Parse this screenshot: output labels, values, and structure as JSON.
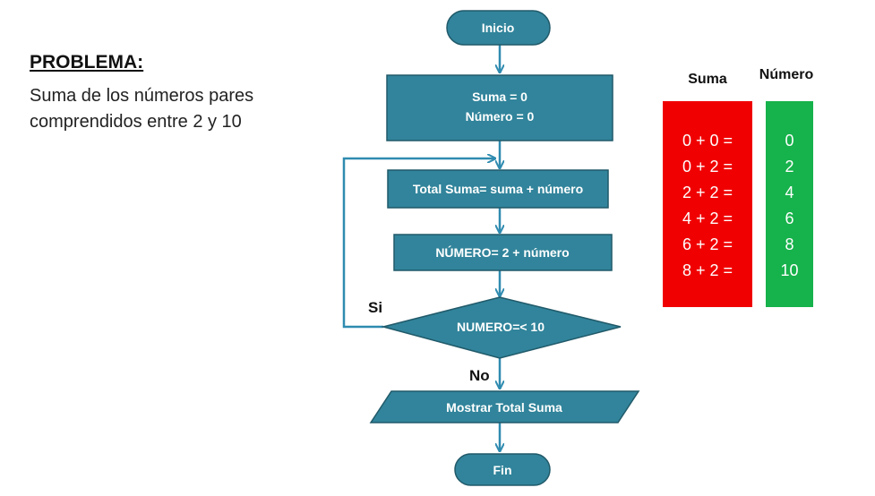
{
  "problem": {
    "title": "PROBLEMA:",
    "description_line1": "Suma de los números pares",
    "description_line2": "comprendidos entre 2 y 10"
  },
  "flowchart": {
    "start": "Inicio",
    "init_line1": "Suma = 0",
    "init_line2": "Número = 0",
    "total_step": "Total Suma= suma + número",
    "number_step": "NÚMERO= 2 + número",
    "decision": "NUMERO=< 10",
    "yes_label": "Si",
    "no_label": "No",
    "output": "Mostrar  Total Suma",
    "end": "Fin"
  },
  "table": {
    "suma_header": "Suma",
    "numero_header": "Número",
    "suma_values": [
      "0 + 0 =",
      "0 + 2 =",
      "2 + 2 =",
      "4 + 2 =",
      "6 + 2 =",
      "8 + 2 ="
    ],
    "numero_values": [
      "0",
      "2",
      "4",
      "6",
      "8",
      "10"
    ]
  },
  "colors": {
    "node_fill": "#31849b",
    "node_stroke": "#215a6a",
    "arrow": "#2f8bb0",
    "suma_column": "#f00000",
    "numero_column": "#16b24b"
  }
}
